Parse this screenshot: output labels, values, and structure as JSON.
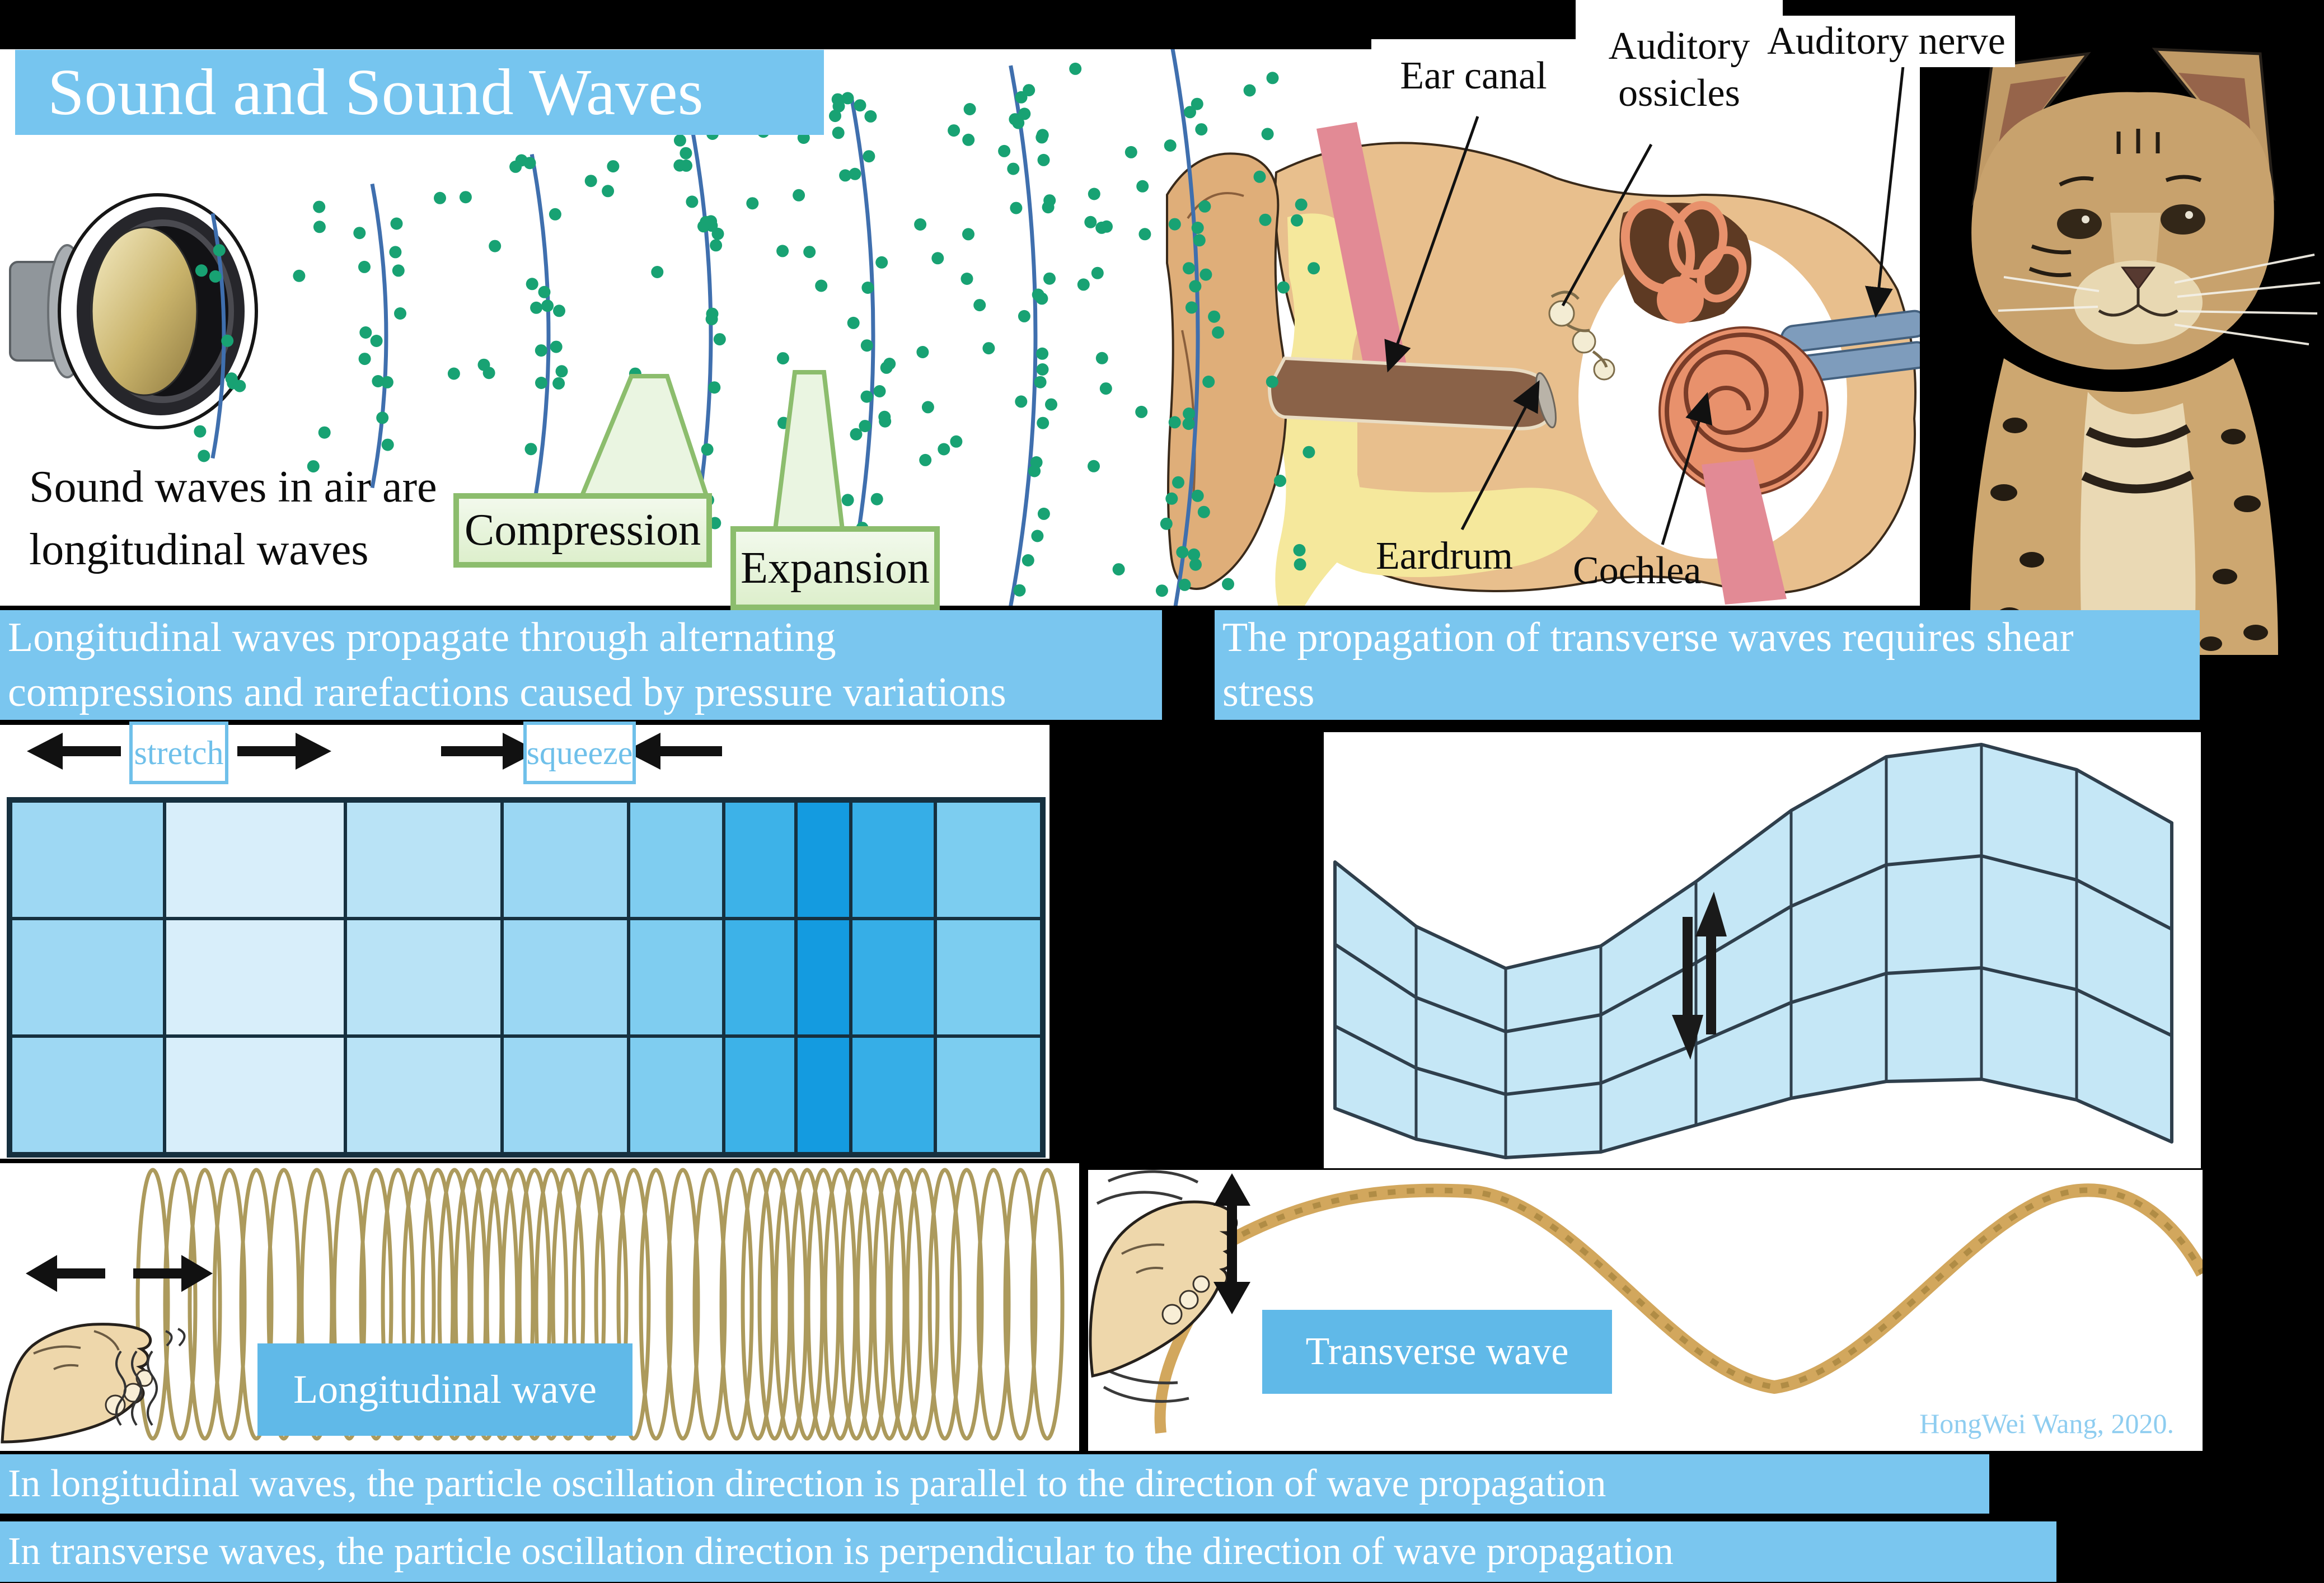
{
  "slide": {
    "title": "Sound and Sound Waves",
    "credit": "HongWei Wang, 2020."
  },
  "sound_figure": {
    "caption_lines": [
      "Sound waves in air are",
      "longitudinal waves"
    ],
    "compression_label": "Compression",
    "expansion_label": "Expansion"
  },
  "ear_labels": {
    "ear_canal": "Ear canal",
    "auditory_ossicles_lines": [
      "Auditory",
      "ossicles"
    ],
    "auditory_nerve": "Auditory nerve",
    "eardrum": "Eardrum",
    "cochlea": "Cochlea"
  },
  "banners": {
    "longitudinal_lines": [
      "Longitudinal waves propagate through alternating",
      "compressions and rarefactions caused by pressure variations"
    ],
    "transverse_lines": [
      "The propagation of transverse waves requires shear",
      "stress"
    ],
    "bottom_longitudinal": "In longitudinal waves, the particle oscillation direction is parallel to the direction of wave propagation",
    "bottom_transverse": "In transverse waves, the particle oscillation direction is perpendicular to the direction of wave propagation"
  },
  "elastic_figure": {
    "stretch_label": "stretch",
    "squeeze_label": "squeeze",
    "column_colors": [
      "#9ed8f3",
      "#d8eefa",
      "#b9e3f6",
      "#9bd7f3",
      "#7fcdf0",
      "#3db2e8",
      "#149be0",
      "#36aee7",
      "#7ccdf0"
    ],
    "column_widths_pct": [
      14.93,
      17.51,
      15.25,
      12.23,
      9.27,
      7.0,
      5.28,
      8.24,
      10.29
    ],
    "rows": 3
  },
  "wave_figure_labels": {
    "longitudinal": "Longitudinal wave",
    "transverse": "Transverse wave"
  },
  "colors": {
    "banner_blue": "#7ac6ef",
    "title_blue": "#76c5ef",
    "label_box_blue": "#60b9e8",
    "light_blue_text": "#6fc0ea",
    "dot_green": "#18a273",
    "arc_blue": "#3f6fae",
    "sheet_blue": "#c5e7f6",
    "grid_line": "#16303f",
    "spring_tan": "#ac9a5c",
    "rope_tan": "#d2a75d",
    "callout_green_border": "#8cbd6d",
    "callout_green_fill": "#eaf5e1",
    "credit_blue": "#8ecdf0"
  }
}
